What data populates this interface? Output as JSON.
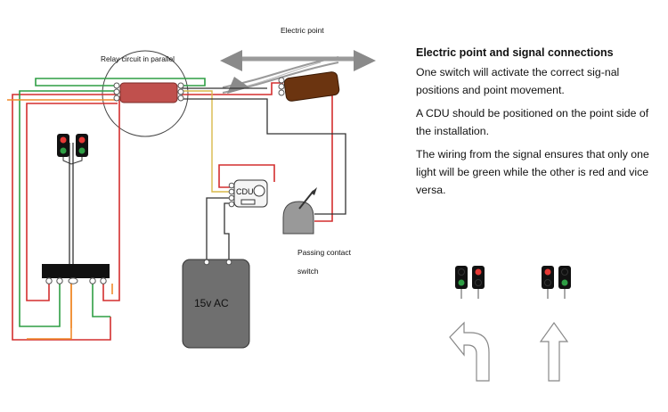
{
  "labels": {
    "electric_point": "Electric point",
    "relay": "Relay circuit in parallel",
    "cdu": "CDU",
    "passing_contact_line1": "Passing contact",
    "passing_contact_line2": "switch",
    "power": "15v AC"
  },
  "text": {
    "heading": "Electric point and signal connections",
    "p1": "One switch will activate the correct sig-nal positions and point movement.",
    "p2": "A CDU should be positioned on the point side of the installation.",
    "p3": "The wiring from the signal ensures that only one light will be green while the other is red and vice versa."
  },
  "colors": {
    "wire_red": "#d32f2f",
    "wire_green": "#2e9e44",
    "wire_orange": "#f08a2c",
    "wire_yellow": "#d9b94a",
    "wire_black": "#333333",
    "relay": "#c0504d",
    "point_motor": "#6b3410",
    "power_box": "#707070",
    "arrow": "#8a8a8a"
  }
}
